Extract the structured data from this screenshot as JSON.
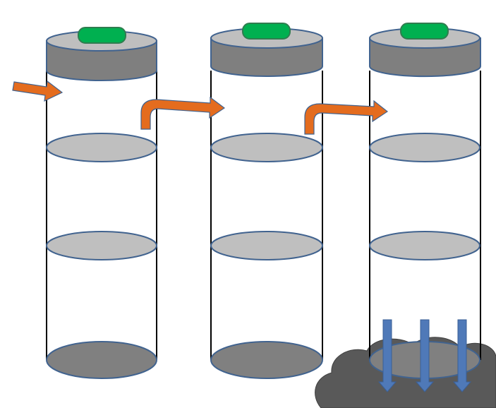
{
  "diagram": {
    "columns": [
      {
        "id": "column-1"
      },
      {
        "id": "column-2"
      },
      {
        "id": "column-3"
      }
    ],
    "shelves_per_column": 2,
    "flow_arrows": [
      "inlet",
      "transfer-1-to-2",
      "transfer-2-to-3"
    ],
    "outflow_arrow_count": 3,
    "colors": {
      "cap_band": "#7f7f7f",
      "cap_top": "#bfbfbf",
      "stopper": "#00b050",
      "stopper_outline": "#2f7d4f",
      "shelf": "#bfbfbf",
      "base": "#808080",
      "outline": "#41638f",
      "wall": "#000000",
      "flow_arrow": "#e46c1e",
      "drain_arrow": "#4f79b8",
      "drain_cloud": "#595959"
    }
  }
}
